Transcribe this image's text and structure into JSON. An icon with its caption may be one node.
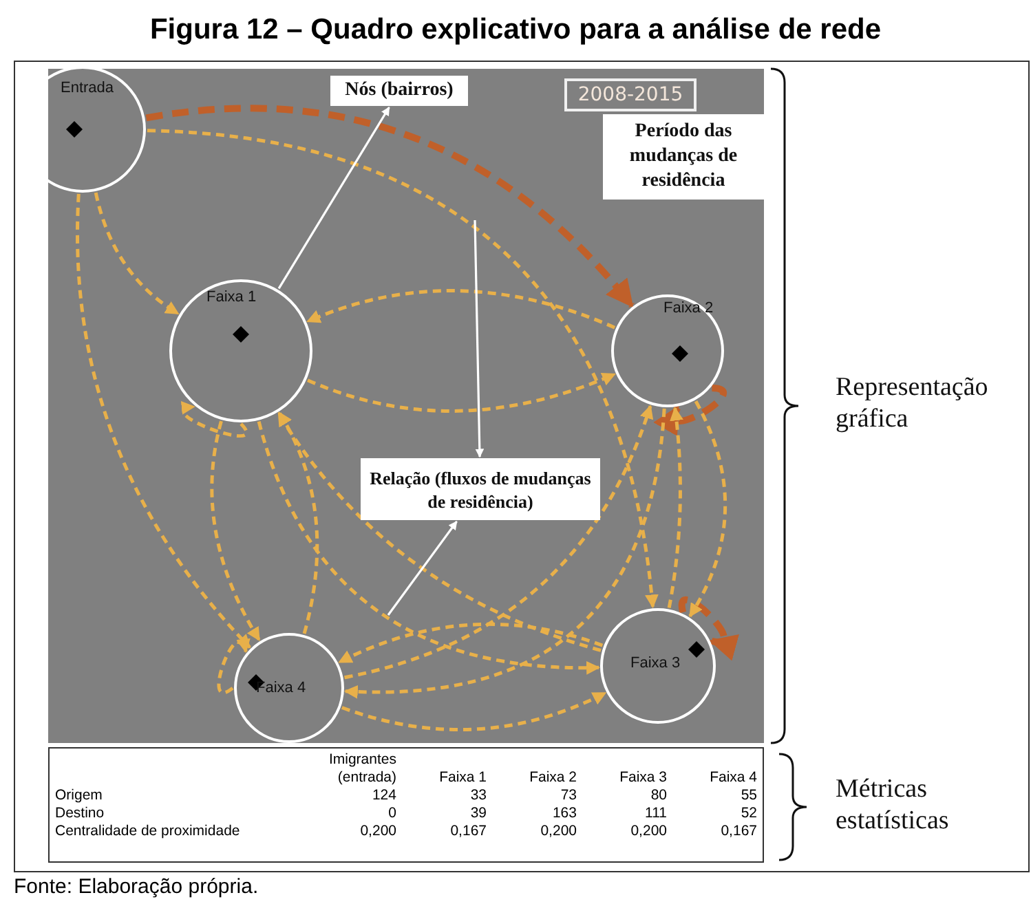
{
  "diagram": {
    "title": "Figura 12 – Quadro explicativo para a análise de rede",
    "caption": "Fonte: Elaboração própria.",
    "nodes": [
      {
        "text": [
          "Entrada"
        ]
      },
      {
        "text": [
          "Faixa 1"
        ]
      },
      {
        "text": [
          "Faixa 2"
        ]
      },
      {
        "text": [
          "Faixa 3"
        ]
      },
      {
        "text": [
          "Faixa 4"
        ]
      },
      {
        "text": [
          "Nós (bairros)"
        ]
      },
      {
        "text": [
          "Relação (fluxos de mudanças de residência)"
        ]
      },
      {
        "text": [
          "2008-2015"
        ]
      },
      {
        "text": [
          "Período das mudanças de residência"
        ]
      }
    ],
    "edges": [
      {
        "from": 0,
        "to": 2,
        "arrow": "to",
        "style": "dashed",
        "color": "#c0602a"
      },
      {
        "from": 0,
        "to": 1,
        "arrow": "to",
        "style": "dashed"
      },
      {
        "from": 0,
        "to": 3,
        "arrow": "to",
        "style": "dashed"
      },
      {
        "from": 0,
        "to": 4,
        "arrow": "to",
        "style": "dashed"
      },
      {
        "from": 1,
        "to": 1,
        "arrow": "to",
        "style": "dashed"
      },
      {
        "from": 2,
        "to": 2,
        "arrow": "to",
        "style": "dashed",
        "color": "#c0602a"
      },
      {
        "from": 3,
        "to": 3,
        "arrow": "to",
        "style": "dashed",
        "color": "#c0602a"
      },
      {
        "from": 4,
        "to": 4,
        "arrow": "to",
        "style": "dashed"
      },
      {
        "from": 1,
        "to": 2,
        "arrow": "to",
        "style": "dashed"
      },
      {
        "from": 2,
        "to": 1,
        "arrow": "to",
        "style": "dashed"
      },
      {
        "from": 1,
        "to": 3,
        "arrow": "to",
        "style": "dashed"
      },
      {
        "from": 3,
        "to": 1,
        "arrow": "to",
        "style": "dashed"
      },
      {
        "from": 1,
        "to": 4,
        "arrow": "to",
        "style": "dashed"
      },
      {
        "from": 4,
        "to": 1,
        "arrow": "to",
        "style": "dashed"
      },
      {
        "from": 2,
        "to": 3,
        "arrow": "to",
        "style": "dashed"
      },
      {
        "from": 3,
        "to": 2,
        "arrow": "to",
        "style": "dashed"
      },
      {
        "from": 2,
        "to": 4,
        "arrow": "to",
        "style": "dashed"
      },
      {
        "from": 4,
        "to": 2,
        "arrow": "to",
        "style": "dashed"
      },
      {
        "from": 3,
        "to": 4,
        "arrow": "to",
        "style": "dashed"
      },
      {
        "from": 4,
        "to": 3,
        "arrow": "to",
        "style": "dashed"
      },
      {
        "from": 1,
        "to": 5,
        "arrow": "to",
        "color": "#ffffff"
      },
      {
        "from": null,
        "to": 6,
        "arrow": "to",
        "color": "#ffffff"
      },
      {
        "from": null,
        "to": 6,
        "arrow": "to",
        "color": "#ffffff"
      }
    ],
    "labels": [
      "Representação gráfica",
      "Imigrantes (entrada)",
      "Faixa 1",
      "Faixa 2",
      "Faixa 3",
      "Faixa 4",
      "Origem",
      "124",
      "33",
      "73",
      "80",
      "55",
      "Destino",
      "0",
      "39",
      "163",
      "111",
      "52",
      "Centralidade de proximidade",
      "0,200",
      "0,167",
      "0,200",
      "0,200",
      "0,167",
      "Métricas estatísticas"
    ]
  }
}
